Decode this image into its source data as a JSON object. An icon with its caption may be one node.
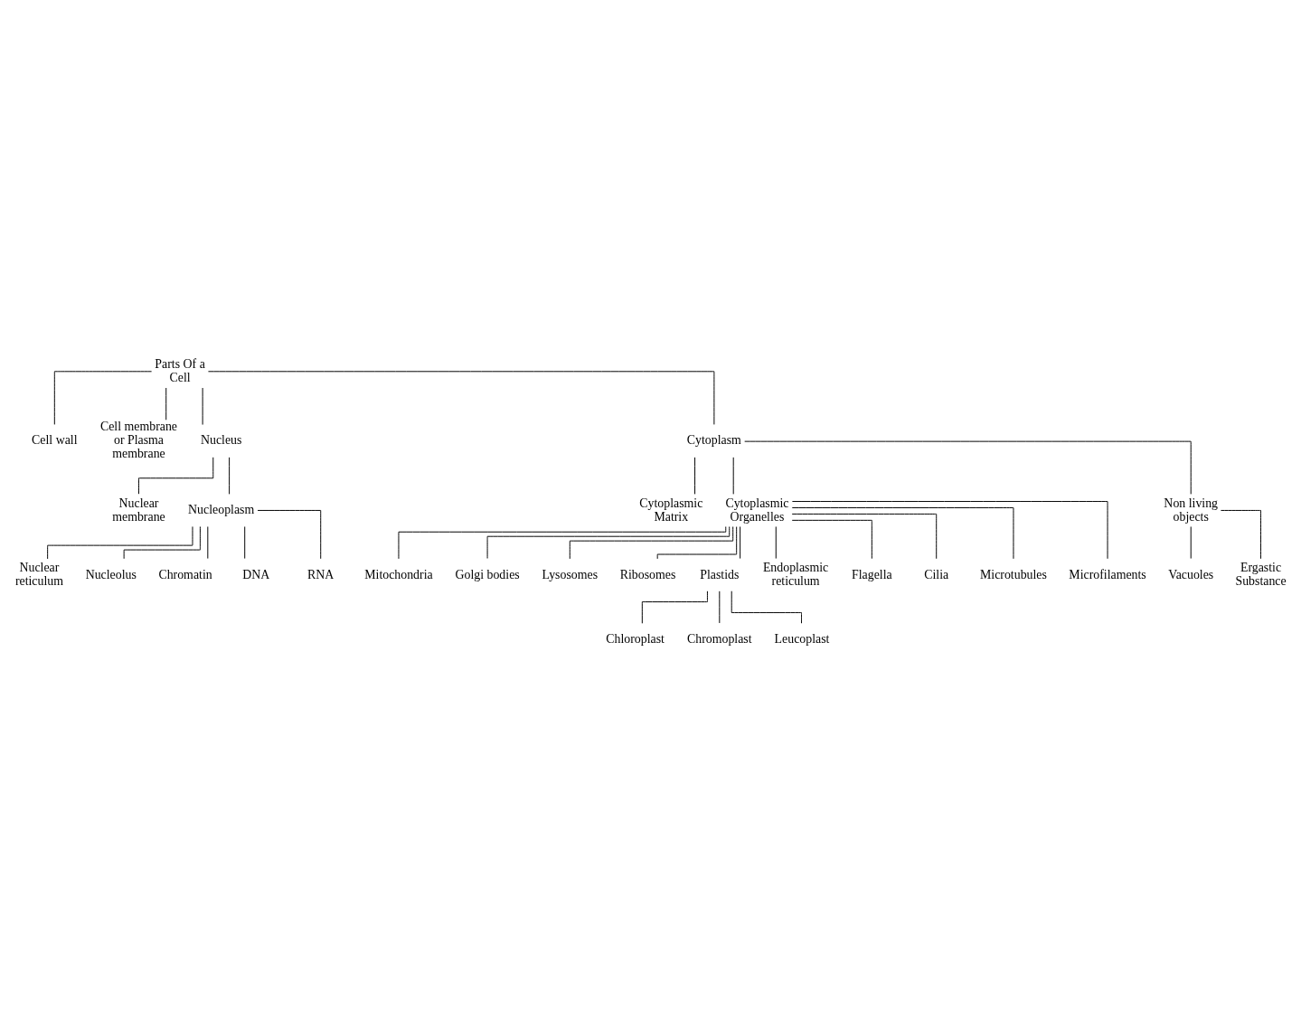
{
  "diagram": {
    "nodes": [
      {
        "text": [
          "Parts Of a Cell"
        ]
      },
      {
        "text": [
          "Cell wall"
        ]
      },
      {
        "text": [
          "Cell membrane or Plasma membrane"
        ]
      },
      {
        "text": [
          "Nucleus"
        ]
      },
      {
        "text": [
          "Cytoplasm"
        ]
      },
      {
        "text": [
          "Nuclear membrane"
        ]
      },
      {
        "text": [
          "Nucleoplasm"
        ]
      },
      {
        "text": [
          "Nuclear reticulum"
        ]
      },
      {
        "text": [
          "Nucleolus"
        ]
      },
      {
        "text": [
          "Chromatin"
        ]
      },
      {
        "text": [
          "DNA"
        ]
      },
      {
        "text": [
          "RNA"
        ]
      },
      {
        "text": [
          "Cytoplasmic Matrix"
        ]
      },
      {
        "text": [
          "Cytoplasmic Organelles"
        ]
      },
      {
        "text": [
          "Non living objects"
        ]
      },
      {
        "text": [
          "Vacuoles"
        ]
      },
      {
        "text": [
          "Ergastic Substance"
        ]
      },
      {
        "text": [
          "Mitochondria"
        ]
      },
      {
        "text": [
          "Golgi bodies"
        ]
      },
      {
        "text": [
          "Lysosomes"
        ]
      },
      {
        "text": [
          "Ribosomes"
        ]
      },
      {
        "text": [
          "Plastids"
        ]
      },
      {
        "text": [
          "Endoplasmic reticulum"
        ]
      },
      {
        "text": [
          "Flagella"
        ]
      },
      {
        "text": [
          "Cilia"
        ]
      },
      {
        "text": [
          "Microtubules"
        ]
      },
      {
        "text": [
          "Microfilaments"
        ]
      },
      {
        "text": [
          "Chloroplast"
        ]
      },
      {
        "text": [
          "Chromoplast"
        ]
      },
      {
        "text": [
          "Leucoplast"
        ]
      }
    ],
    "edges": [
      {
        "from": 0,
        "to": 1,
        "arrow": "none"
      },
      {
        "from": 0,
        "to": 2,
        "arrow": "none"
      },
      {
        "from": 0,
        "to": 3,
        "arrow": "none"
      },
      {
        "from": 0,
        "to": 4,
        "arrow": "none"
      },
      {
        "from": 3,
        "to": 5,
        "arrow": "none"
      },
      {
        "from": 3,
        "to": 6,
        "arrow": "none"
      },
      {
        "from": 6,
        "to": 7,
        "arrow": "none"
      },
      {
        "from": 6,
        "to": 8,
        "arrow": "none"
      },
      {
        "from": 6,
        "to": 9,
        "arrow": "none"
      },
      {
        "from": 6,
        "to": 10,
        "arrow": "none"
      },
      {
        "from": 6,
        "to": 11,
        "arrow": "none"
      },
      {
        "from": 4,
        "to": 12,
        "arrow": "none"
      },
      {
        "from": 4,
        "to": 13,
        "arrow": "none"
      },
      {
        "from": 4,
        "to": 14,
        "arrow": "none"
      },
      {
        "from": 14,
        "to": 15,
        "arrow": "none"
      },
      {
        "from": 14,
        "to": 16,
        "arrow": "none"
      },
      {
        "from": 13,
        "to": 17,
        "arrow": "none"
      },
      {
        "from": 13,
        "to": 18,
        "arrow": "none"
      },
      {
        "from": 13,
        "to": 19,
        "arrow": "none"
      },
      {
        "from": 13,
        "to": 20,
        "arrow": "none"
      },
      {
        "from": 13,
        "to": 21,
        "arrow": "none"
      },
      {
        "from": 13,
        "to": 22,
        "arrow": "none"
      },
      {
        "from": 13,
        "to": 23,
        "arrow": "none"
      },
      {
        "from": 13,
        "to": 24,
        "arrow": "none"
      },
      {
        "from": 13,
        "to": 25,
        "arrow": "none"
      },
      {
        "from": 13,
        "to": 26,
        "arrow": "none"
      },
      {
        "from": 21,
        "to": 27,
        "arrow": "none"
      },
      {
        "from": 21,
        "to": 28,
        "arrow": "none"
      },
      {
        "from": 21,
        "to": 29,
        "arrow": "none"
      }
    ]
  }
}
